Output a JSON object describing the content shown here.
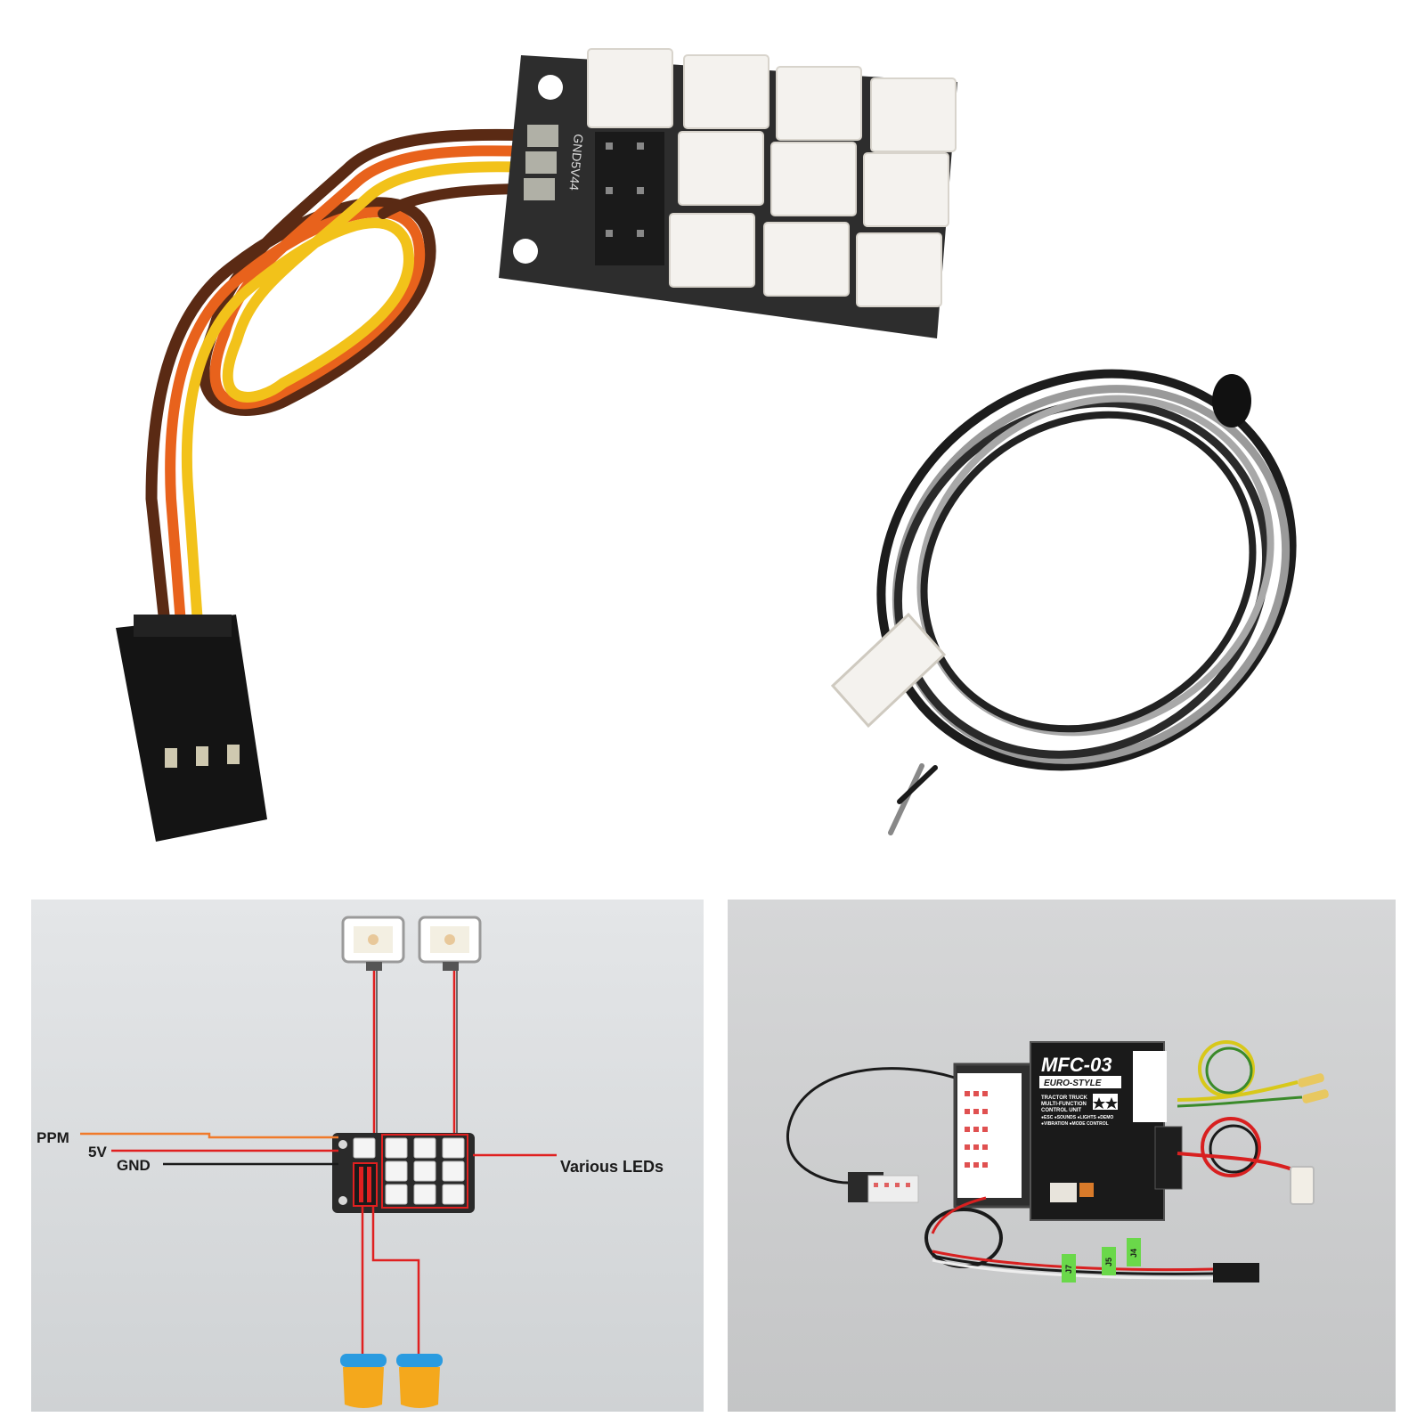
{
  "top_photo": {
    "board_silkscreen": "GND5V44"
  },
  "wiring_diagram": {
    "labels": {
      "ppm": "PPM",
      "five_v": "5V",
      "gnd": "GND",
      "various_leds": "Various LEDs"
    },
    "colors": {
      "wire_red": "#e02020",
      "wire_orange": "#f07a2a",
      "wire_black": "#1a1a1a",
      "bulb_blue": "#2a9be0",
      "bulb_orange": "#f4a81c"
    }
  },
  "mfc_photo": {
    "model": "MFC-03",
    "style": "EURO-STYLE",
    "subtitle_lines": [
      "TRACTOR TRUCK",
      "MULTI-FUNCTION",
      "CONTROL UNIT"
    ],
    "feature_line_1": "●ESC ●SOUNDS ●LIGHTS ●DEMO",
    "feature_line_2": "●VIBRATION ●MODE CONTROL",
    "tags": [
      "J7",
      "J5",
      "J4"
    ]
  }
}
